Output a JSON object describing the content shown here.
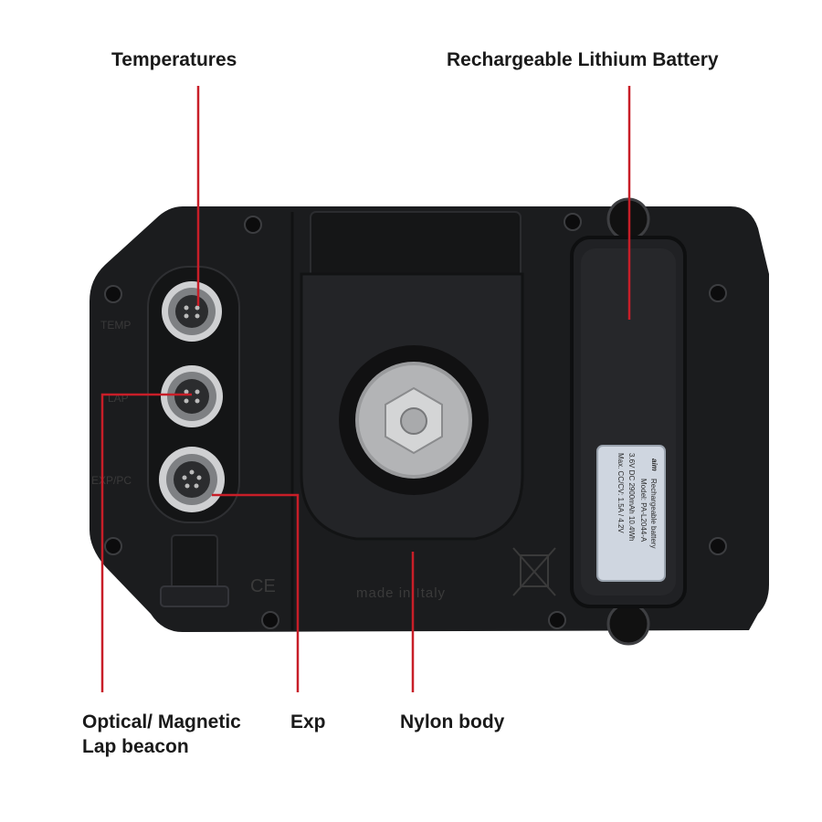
{
  "callouts": {
    "temperatures": "Temperatures",
    "battery": "Rechargeable Lithium Battery",
    "optical_line1": "Optical/ Magnetic",
    "optical_line2": "Lap beacon",
    "exp": "Exp",
    "nylon": "Nylon body"
  },
  "device": {
    "port_labels": [
      "TEMP",
      "LAP",
      "EXP/PC"
    ],
    "ce_mark": "CE",
    "made_in": "made in Italy",
    "battery_label": {
      "brand": "aim",
      "line1": "Rechargeable battery",
      "line2": "Model: PA-L2044-A",
      "line3": "3.6V DC 2900mAh 10.4Wh",
      "line4": "Max. CC/CV: 1.5A / 4.2V"
    }
  },
  "colors": {
    "callout_line": "#c81e28",
    "body": "#1b1c1e",
    "battery_case": "#202124",
    "label_bg": "#cfd6e0"
  }
}
